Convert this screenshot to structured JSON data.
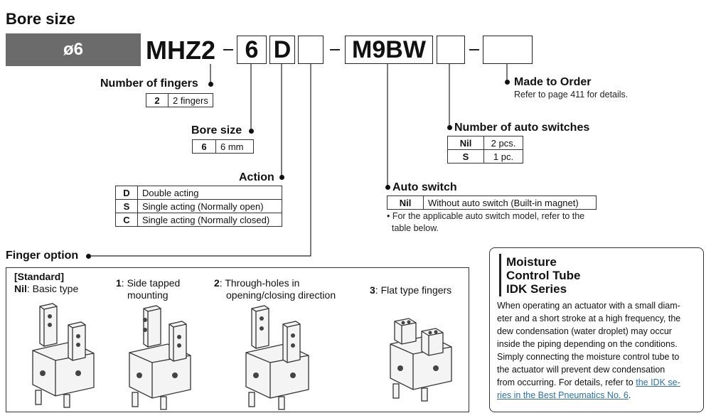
{
  "title": "Bore size",
  "bore_value": "ø6",
  "model": {
    "series": "MHZ2",
    "bore": "6",
    "action": "D",
    "finger_option": "",
    "switch": "M9BW",
    "num_switches": "",
    "made_to_order": ""
  },
  "sections": {
    "fingers": {
      "label": "Number of fingers",
      "rows": [
        {
          "code": "2",
          "desc": "2 fingers"
        }
      ]
    },
    "bore": {
      "label": "Bore size",
      "rows": [
        {
          "code": "6",
          "desc": "6 mm"
        }
      ]
    },
    "action": {
      "label": "Action",
      "rows": [
        {
          "code": "D",
          "desc": "Double acting"
        },
        {
          "code": "S",
          "desc": "Single acting (Normally open)"
        },
        {
          "code": "C",
          "desc": "Single acting (Normally closed)"
        }
      ]
    },
    "made_to_order": {
      "label": "Made to Order",
      "note": "Refer to page 411 for details."
    },
    "num_switches": {
      "label": "Number of auto switches",
      "rows": [
        {
          "code": "Nil",
          "desc": "2 pcs."
        },
        {
          "code": "S",
          "desc": "1 pc."
        }
      ]
    },
    "auto_switch": {
      "label": "Auto switch",
      "rows": [
        {
          "code": "Nil",
          "desc": "Without auto switch (Built-in magnet)"
        }
      ],
      "note_line1": "• For the applicable auto switch model, refer to the",
      "note_line2": "table below."
    },
    "finger_option": {
      "label": "Finger option",
      "options": [
        {
          "line1_prefix": "[Standard]",
          "line1": "",
          "code": "Nil",
          "line2": ": Basic type",
          "line3": ""
        },
        {
          "code": "1",
          "line1": ": Side tapped",
          "line2": "mounting"
        },
        {
          "code": "2",
          "line1": ": Through-holes in",
          "line2": "opening/closing direction"
        },
        {
          "code": "3",
          "line1": ": Flat type fingers",
          "line2": ""
        }
      ]
    }
  },
  "idk": {
    "title_lines": [
      "Moisture",
      "Control Tube",
      "IDK Series"
    ],
    "body_lines": [
      "When operating an actuator with a small diam-",
      "eter and a short stroke at a high frequency, the",
      "dew condensation (water droplet) may occur",
      "inside the piping depending on the conditions.",
      "Simply connecting the moisture control tube to",
      "the actuator will prevent dew condensation",
      "from occurring. For details, refer to"
    ],
    "link_line1": "the IDK se-",
    "link_line2": "ries in the Best Pneumatics No. 6",
    "link_suffix": "."
  }
}
